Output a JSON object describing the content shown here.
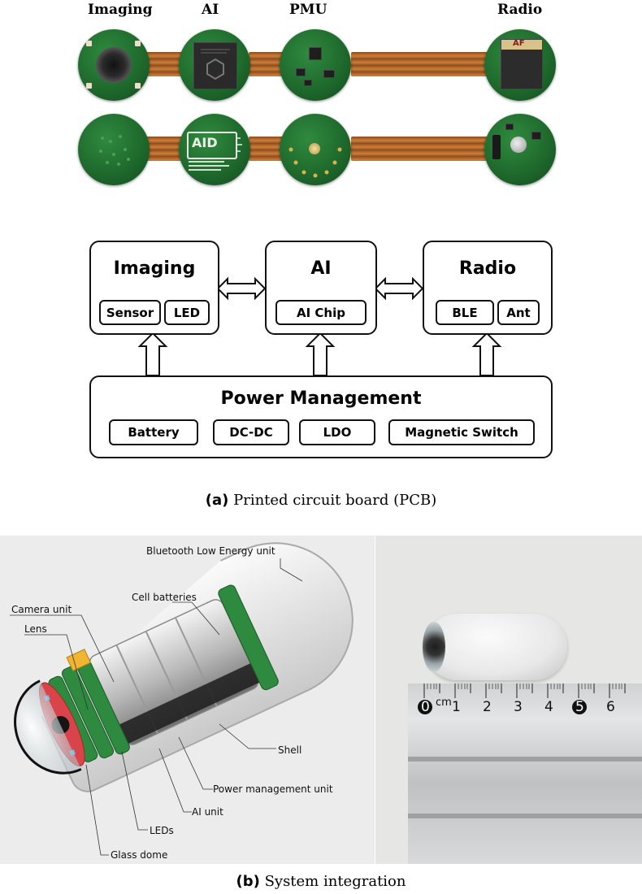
{
  "pcb_photo": {
    "labels": [
      "Imaging",
      "AI",
      "PMU",
      "Radio"
    ],
    "board_markings": {
      "radio_chip": "AF",
      "ai_logo": "AID"
    }
  },
  "block_diagram": {
    "imaging": {
      "title": "Imaging",
      "parts": [
        "Sensor",
        "LED"
      ]
    },
    "ai": {
      "title": "AI",
      "parts": [
        "AI Chip"
      ]
    },
    "radio": {
      "title": "Radio",
      "parts": [
        "BLE",
        "Ant"
      ]
    },
    "power": {
      "title": "Power Management",
      "parts": [
        "Battery",
        "DC-DC",
        "LDO",
        "Magnetic Switch"
      ]
    }
  },
  "caption_a": {
    "letter": "(a)",
    "text": "Printed circuit board (PCB)"
  },
  "render": {
    "callouts": {
      "ble": "Bluetooth Low Energy unit",
      "batteries": "Cell batteries",
      "camera": "Camera unit",
      "lens": "Lens",
      "shell": "Shell",
      "pmu": "Power management unit",
      "ai": "AI unit",
      "leds": "LEDs",
      "dome": "Glass dome"
    }
  },
  "photo": {
    "ruler_unit": "cm",
    "ruler_numbers": [
      "0",
      "1",
      "2",
      "3",
      "4",
      "5",
      "6"
    ]
  },
  "caption_b": {
    "letter": "(b)",
    "text": "System integration"
  },
  "colors": {
    "pcb_green": "#1f6a2d",
    "flex_copper": "#b8692b",
    "camera_red": "#d9434a",
    "battery_gold": "#f1b631"
  }
}
